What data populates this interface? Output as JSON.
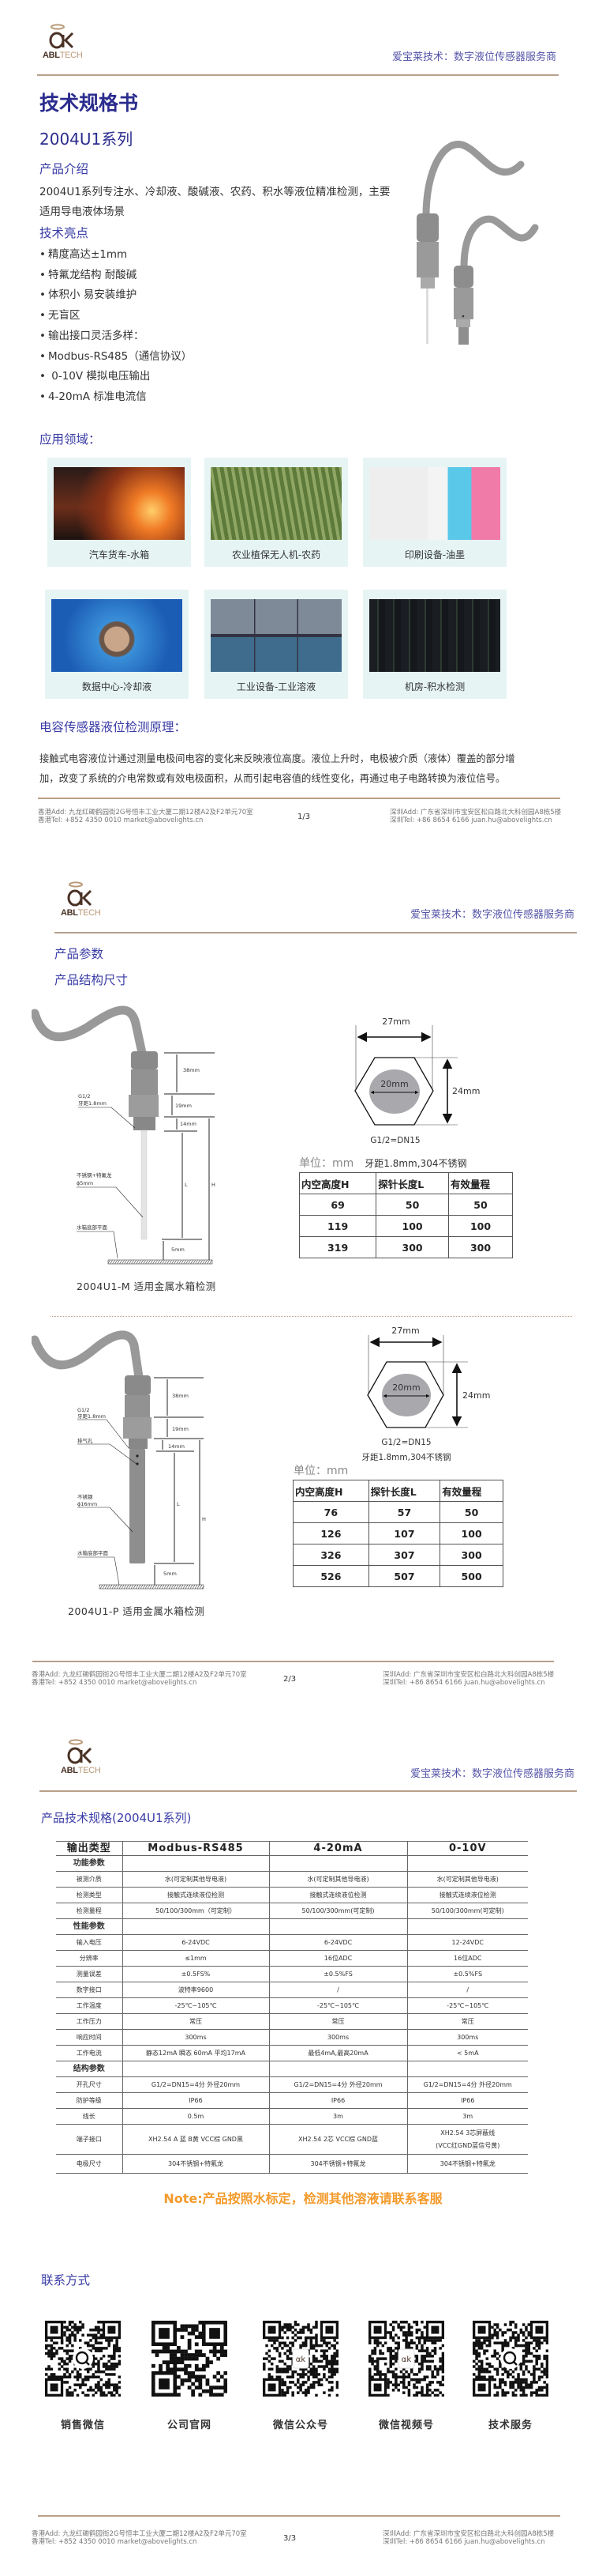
{
  "brand": {
    "logo_text_a": "ABL",
    "logo_text_b": "TECH",
    "tagline": "爱宝莱技术：数字液位传感器服务商"
  },
  "page1": {
    "title": "技术规格书",
    "series": "2004U1系列",
    "intro_heading": "产品介绍",
    "intro_lines": [
      "2004U1系列专注水、冷却液、酸碱液、农药、积水等液位精准检测，主要",
      "适用导电液体场景"
    ],
    "highlights_heading": "技术亮点",
    "highlights": [
      "精度高达±1mm",
      "特氟龙结构 耐酸碱",
      "体积小 易安装维护",
      "无盲区",
      "输出接口灵活多样：",
      "Modbus-RS485（通信协议）",
      " 0-10V 模拟电压输出",
      "4-20mA 标准电流信"
    ],
    "applications_heading": "应用领域：",
    "applications": [
      {
        "label": "汽车货车-水箱",
        "image": "truck-sunset"
      },
      {
        "label": "农业植保无人机-农药",
        "image": "drone-field"
      },
      {
        "label": "印刷设备-油墨",
        "image": "ink-bottles"
      },
      {
        "label": "数据中心-冷却液",
        "image": "chip-water"
      },
      {
        "label": "工业设备-工业溶液",
        "image": "industrial-collage"
      },
      {
        "label": "机房-积水检测",
        "image": "server-room"
      }
    ],
    "principle_heading": "电容传感器液位检测原理：",
    "principle_lines": [
      "接触式电容液位计通过测量电极间电容的变化来反映液位高度。液位上升时，电极被介质（液体）覆盖的部分增",
      "加，改变了系统的介电常数或有效电极面积，从而引起电容值的线性变化，再通过电子电路转换为液位信号。"
    ]
  },
  "footer": {
    "hk_add": "香港Add: 九龙红磡鹤园街2G号恒丰工业大厦二期12楼A2及F2单元70室",
    "hk_tel": "香港Tel:  +852 4350 0010 market@abovelights.cn",
    "sz_add": "深圳Add: 广东省深圳市宝安区松白路北大科创园A8栋5楼",
    "sz_tel": "深圳Tel:  +86 8654 6166  juan.hu@abovelights.cn",
    "pages": [
      "1/3",
      "2/3",
      "3/3"
    ]
  },
  "page2": {
    "params_heading": "产品参数",
    "structure_heading": "产品结构尺寸",
    "dims": {
      "d38": "38mm",
      "d19": "19mm",
      "d14": "14mm",
      "d5": "5mm",
      "L": "L",
      "H": "H",
      "w27": "27mm",
      "d20": "20mm",
      "h24": "24mm",
      "thread": "G1/2=DN15"
    },
    "callouts": {
      "g12": "G1/2",
      "pitch": "牙距1.8mm",
      "ptfe": "不锈钢+特氟龙",
      "phi5": "ϕ5mm",
      "tank": "水箱底部平面",
      "vent": "排气孔",
      "ss": "不锈钢",
      "phi16": "ϕ16mm"
    },
    "unit_label": "单位：mm",
    "material_note": "牙距1.8mm,304不锈钢",
    "table_headers": [
      "内空高度H",
      "探针长度L",
      "有效量程"
    ],
    "model_m": {
      "caption": "2004U1-M 适用金属水箱检测",
      "rows": [
        [
          "69",
          "50",
          "50"
        ],
        [
          "119",
          "100",
          "100"
        ],
        [
          "319",
          "300",
          "300"
        ]
      ]
    },
    "model_p": {
      "caption": "2004U1-P 适用金属水箱检测",
      "rows": [
        [
          "76",
          "57",
          "50"
        ],
        [
          "126",
          "107",
          "100"
        ],
        [
          "326",
          "307",
          "300"
        ],
        [
          "526",
          "507",
          "500"
        ]
      ]
    }
  },
  "page3": {
    "spec_heading": "产品技术规格(2004U1系列)",
    "spec_header": [
      "输出类型",
      "Modbus-RS485",
      "4-20mA",
      "0-10V"
    ],
    "spec_rows": [
      {
        "type": "sec",
        "cells": [
          "功能参数",
          "",
          "",
          ""
        ]
      },
      {
        "cells": [
          "被测介质",
          "水(可定制其他导电液)",
          "水(可定制其他导电液)",
          "水(可定制其他导电液)"
        ]
      },
      {
        "cells": [
          "检测类型",
          "接触式连续液位检测",
          "接触式连续液位检测",
          "接触式连续液位检测"
        ]
      },
      {
        "cells": [
          "检测量程",
          "50/100/300mm（可定制）",
          "50/100/300mm(可定制)",
          "50/100/300mm(可定制)"
        ]
      },
      {
        "type": "sec",
        "cells": [
          "性能参数",
          "",
          "",
          ""
        ]
      },
      {
        "cells": [
          "输入电压",
          "6-24VDC",
          "6-24VDC",
          "12-24VDC"
        ]
      },
      {
        "cells": [
          "分辨率",
          "≤1mm",
          "16位ADC",
          "16位ADC"
        ]
      },
      {
        "cells": [
          "测量误差",
          "±0.5FS%",
          "±0.5%FS",
          "±0.5%FS"
        ]
      },
      {
        "cells": [
          "数字接口",
          "波特率9600",
          "/",
          "/"
        ]
      },
      {
        "cells": [
          "工作温度",
          "-25℃~105℃",
          "-25℃~105℃",
          "-25℃~105℃"
        ]
      },
      {
        "cells": [
          "工作压力",
          "常压",
          "常压",
          "常压"
        ]
      },
      {
        "cells": [
          "响应时间",
          "300ms",
          "300ms",
          "300ms"
        ]
      },
      {
        "cells": [
          "工作电流",
          "静态12mA 瞬态 60mA 平均17mA",
          "最低4mA,最高20mA",
          "< 5mA"
        ]
      },
      {
        "type": "sec",
        "cells": [
          "结构参数",
          "",
          "",
          ""
        ]
      },
      {
        "cells": [
          "开孔尺寸",
          "G1/2=DN15=4分 外径20mm",
          "G1/2=DN15=4分 外径20mm",
          "G1/2=DN15=4分 外径20mm"
        ]
      },
      {
        "cells": [
          "防护等级",
          "IP66",
          "IP66",
          "IP66"
        ]
      },
      {
        "cells": [
          "线长",
          "0.5m",
          "3m",
          "3m"
        ]
      },
      {
        "type": "tall",
        "cells": [
          "端子接口",
          "XH2.54 A 蓝 B黄 VCC棕 GND黑",
          "XH2.54 2芯 VCC棕 GND蓝",
          "XH2.54 3芯屏蔽线",
          "(VCC红GND蓝信号黄)"
        ]
      },
      {
        "type": "last",
        "cells": [
          "电极尺寸",
          "304不锈钢+特氟龙",
          "304不锈钢+特氟龙",
          "304不锈钢+特氟龙"
        ]
      }
    ],
    "note": "Note:产品按照水标定，检测其他溶液请联系客服",
    "contact_heading": "联系方式",
    "qr_codes": [
      {
        "label": "销售微信",
        "icon": "wechat-icon"
      },
      {
        "label": "公司官网",
        "icon": "none"
      },
      {
        "label": "微信公众号",
        "icon": "logo-icon"
      },
      {
        "label": "微信视频号",
        "icon": "logo-icon"
      },
      {
        "label": "技术服务",
        "icon": "wechat-icon"
      }
    ]
  },
  "colors": {
    "heading": "#3a3ca6",
    "title": "#2b2d8e",
    "rule": "#b8a08a",
    "note": "#f39a2b",
    "card_bg": "#e6f4f4",
    "logo_brown": "#4a3226",
    "logo_gold": "#b99a78"
  }
}
